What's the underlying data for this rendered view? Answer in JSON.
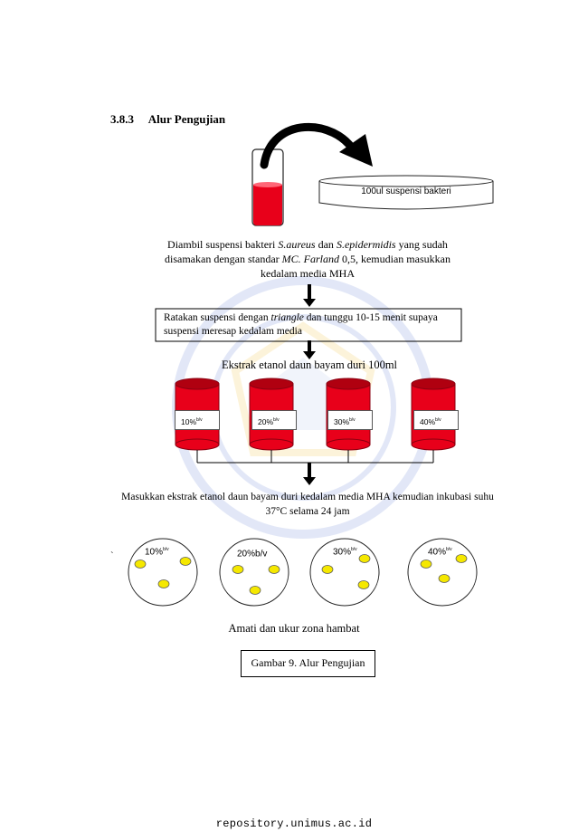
{
  "section": {
    "number": "3.8.3",
    "title": "Alur Pengujian"
  },
  "petri_label": "100ul suspensi bakteri",
  "step1": {
    "line1_pre": "Diambil suspensi bakteri ",
    "line1_i1": "S.aureus",
    "line1_mid": " dan ",
    "line1_i2": "S.epidermidis",
    "line1_post": " yang sudah",
    "line2_pre": "disamakan dengan standar ",
    "line2_i": "MC. Farland",
    "line2_post": " 0,5, kemudian masukkan",
    "line3": "kedalam media MHA"
  },
  "step2": {
    "line1_pre": "Ratakan suspensi dengan ",
    "line1_i": "triangle",
    "line1_post": " dan tunggu 10-15 menit supaya",
    "line2": "suspensi meresap kedalam media"
  },
  "extract_title": "Ekstrak etanol daun bayam duri 100ml",
  "jars": [
    {
      "label": "10%",
      "unit": "b/v"
    },
    {
      "label": "20%",
      "unit": "b/v"
    },
    {
      "label": "30%",
      "unit": "b/v"
    },
    {
      "label": "40%",
      "unit": "b/v"
    }
  ],
  "step3": {
    "line1": "Masukkan ekstrak etanol daun bayam duri kedalam media MHA kemudian inkubasi suhu",
    "line2": "37°C selama 24 jam"
  },
  "stray_mark": "`",
  "plates": [
    {
      "label": "10%",
      "unit": "b/v"
    },
    {
      "label": "20%b/v",
      "unit": ""
    },
    {
      "label": "30%",
      "unit": "b/v"
    },
    {
      "label": "40%",
      "unit": "b/v"
    }
  ],
  "final_step": "Amati dan ukur zona hambat",
  "caption": "Gambar 9. Alur Pengujian",
  "footer": "repository.unimus.ac.id",
  "colors": {
    "red": "#e8001a",
    "dark_red": "#b00010",
    "disc_yellow": "#f5e800",
    "watermark": "#3a5fc8"
  }
}
